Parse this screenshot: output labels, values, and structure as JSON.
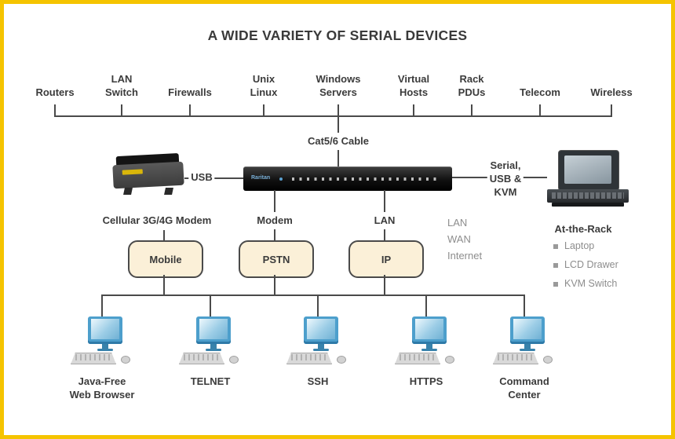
{
  "title": "A WIDE VARIETY OF SERIAL DEVICES",
  "top_devices": [
    "Routers",
    "LAN\nSwitch",
    "Firewalls",
    "Unix\nLinux",
    "Windows\nServers",
    "Virtual\nHosts",
    "Rack\nPDUs",
    "Telecom",
    "Wireless"
  ],
  "appliance": {
    "brand": "Raritan"
  },
  "labels": {
    "cable": "Cat5/6 Cable",
    "usb": "USB",
    "serial_usb_kvm": "Serial,\nUSB &\nKVM",
    "cellular_modem": "Cellular 3G/4G Modem",
    "modem_port": "Modem",
    "lan_port": "LAN",
    "network_stack": "LAN\nWAN\nInternet"
  },
  "access_methods": [
    "Mobile",
    "PSTN",
    "IP"
  ],
  "at_the_rack": {
    "title": "At-the-Rack",
    "items": [
      "Laptop",
      "LCD Drawer",
      "KVM Switch"
    ]
  },
  "clients": [
    "Java-Free\nWeb Browser",
    "TELNET",
    "SSH",
    "HTTPS",
    "Command\nCenter"
  ],
  "colors": {
    "frame": "#F5C400",
    "box_fill": "#FBF0D8",
    "line": "#4A4A4A",
    "text": "#3B3B3B",
    "muted": "#8D8D8D",
    "computer": "#4D9FCC"
  }
}
